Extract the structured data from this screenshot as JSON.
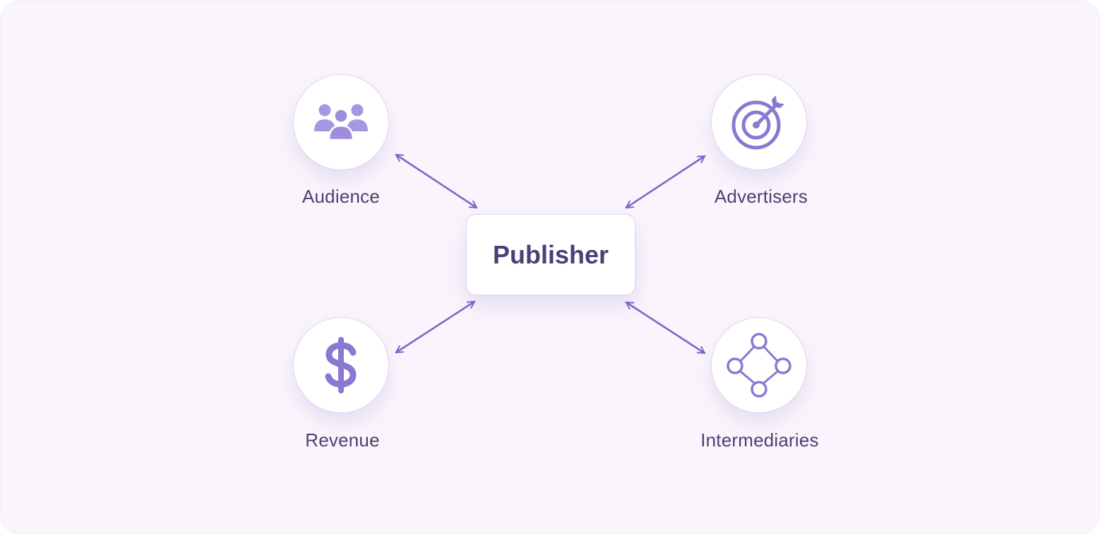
{
  "center": {
    "label": "Publisher"
  },
  "nodes": {
    "audience": {
      "label": "Audience",
      "icon": "people-group-icon"
    },
    "advertisers": {
      "label": "Advertisers",
      "icon": "target-arrow-icon"
    },
    "revenue": {
      "label": "Revenue",
      "icon": "dollar-sign-icon"
    },
    "intermediaries": {
      "label": "Intermediaries",
      "icon": "network-nodes-icon"
    }
  },
  "colors": {
    "background": "#faf5fc",
    "accent": "#7b68c9",
    "icon_fill": "#a796e0",
    "text": "#4a4270",
    "center_text": "#4a3f78",
    "border": "#ddd4f0"
  }
}
